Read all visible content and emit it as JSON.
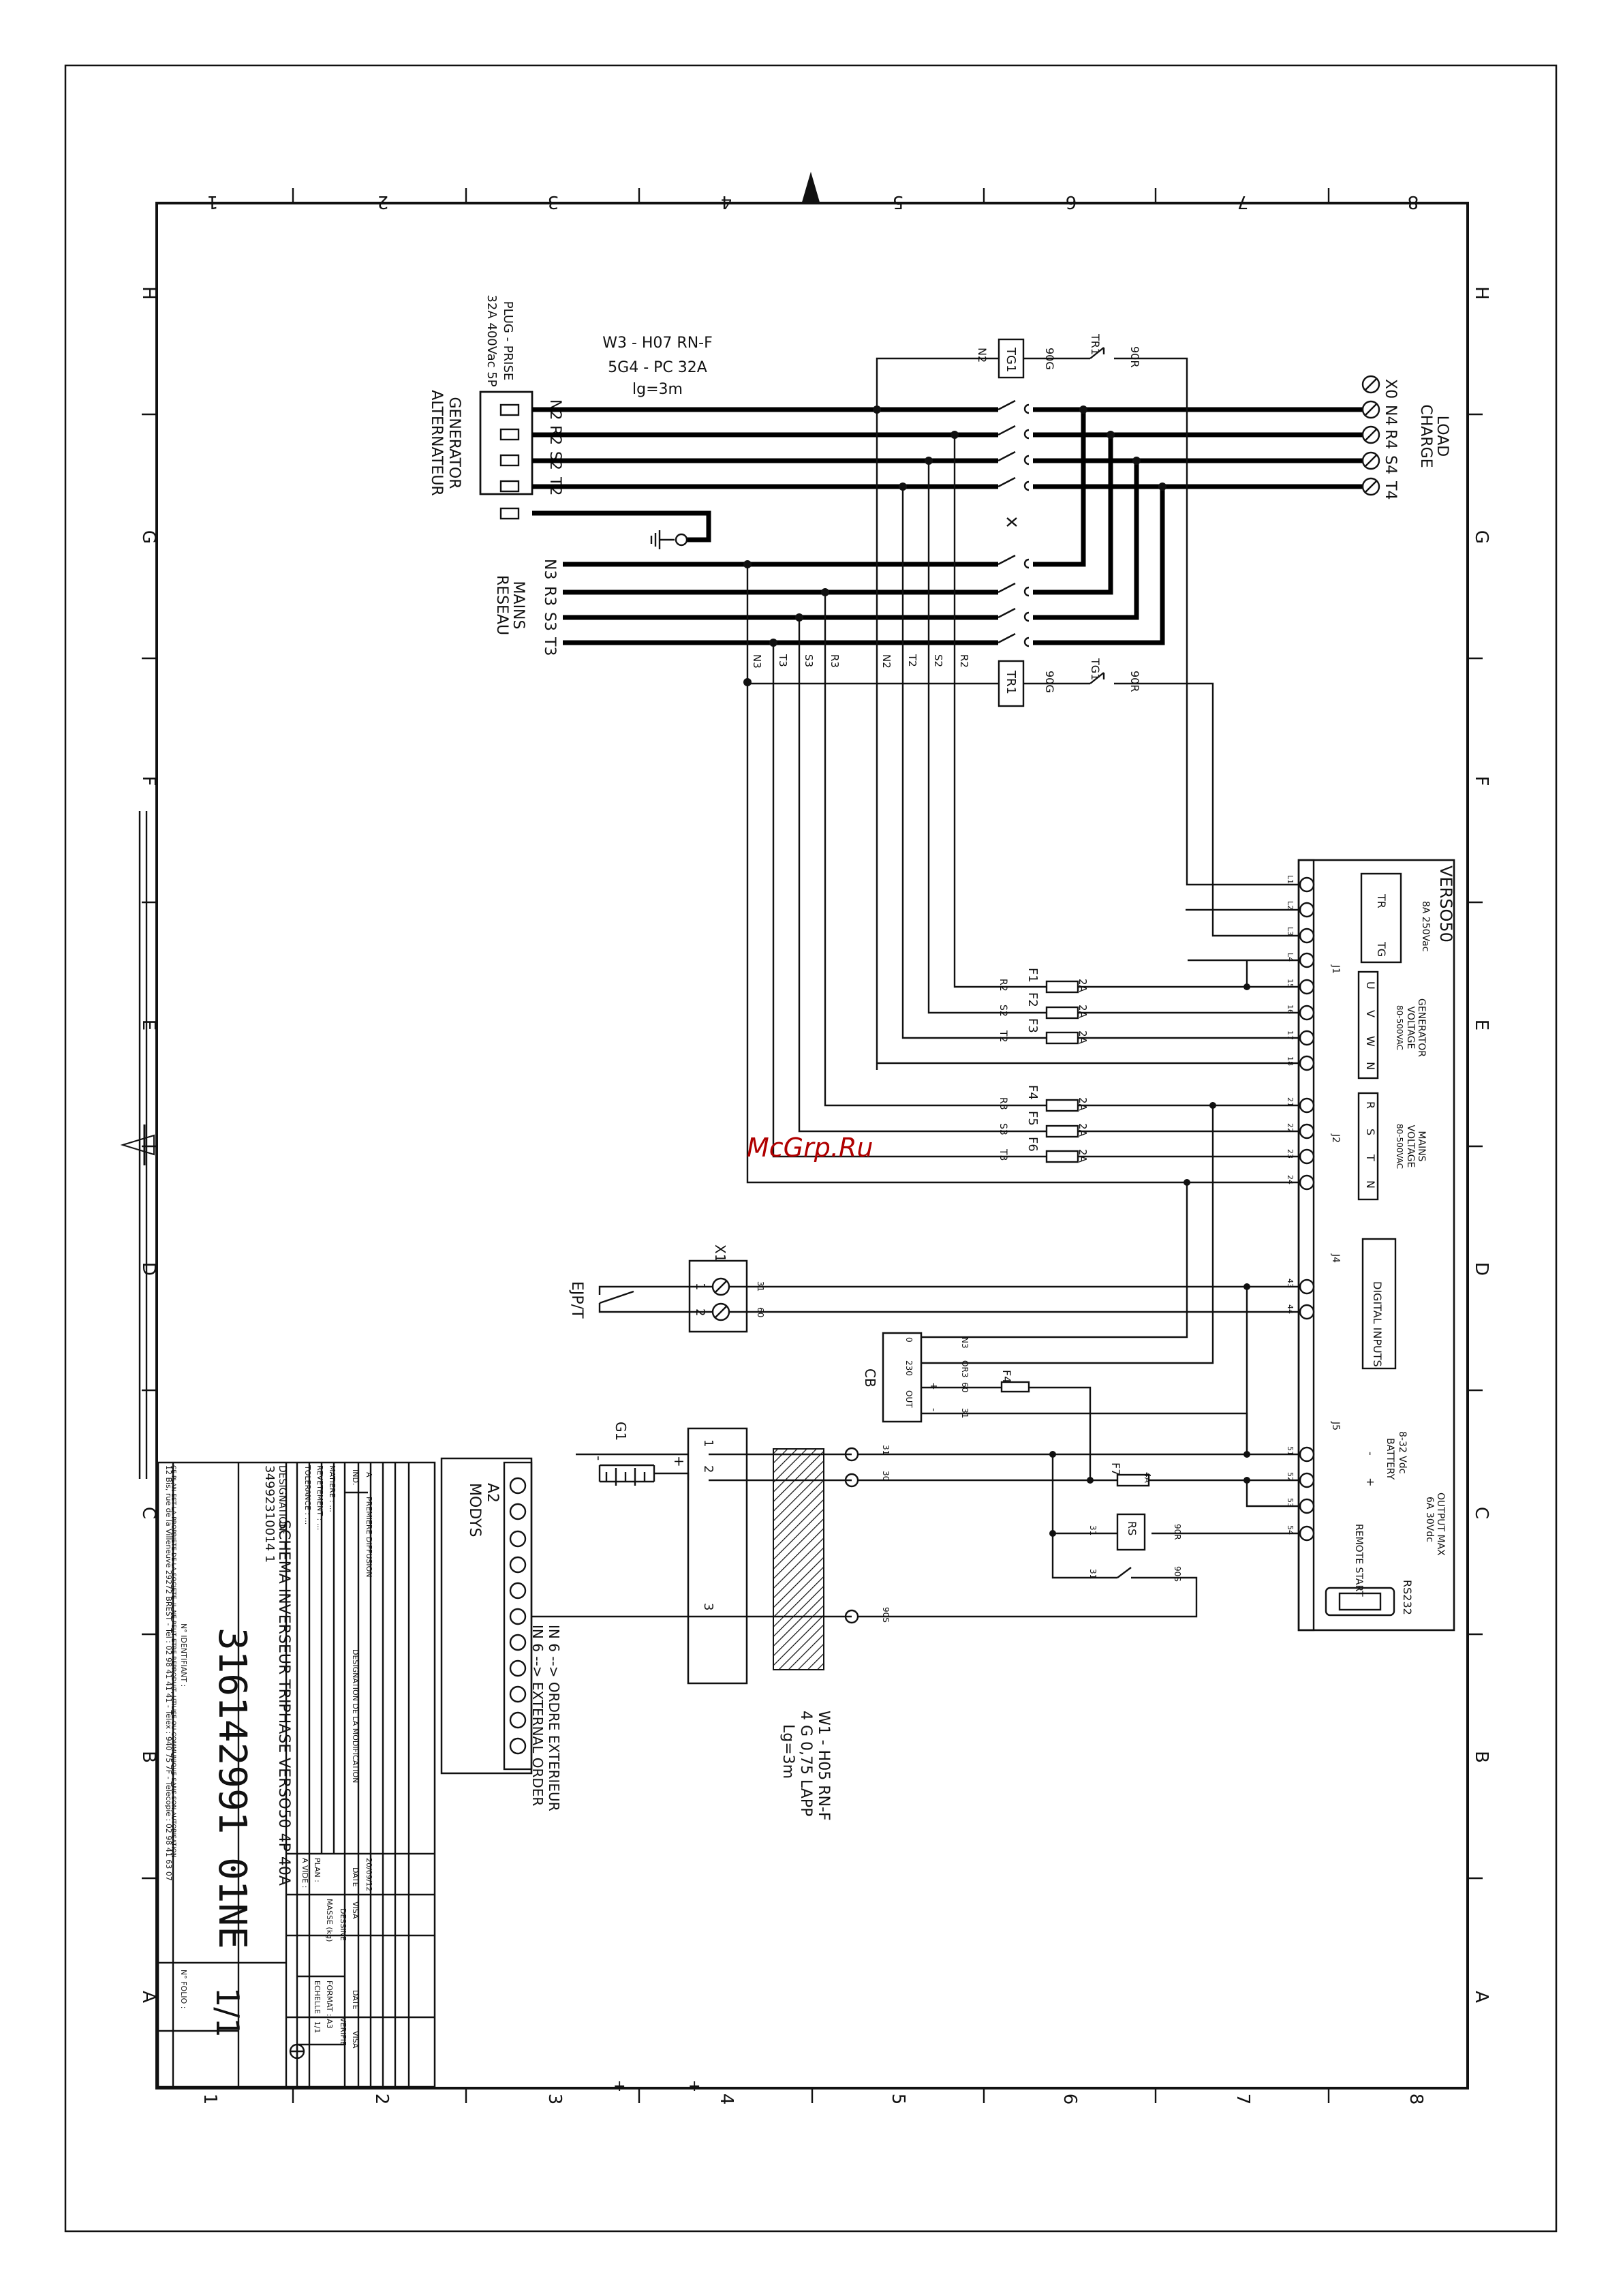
{
  "border": {
    "columns": [
      "1",
      "2",
      "3",
      "4",
      "5",
      "6",
      "7",
      "8"
    ],
    "rows": [
      "H",
      "G",
      "F",
      "E",
      "D",
      "C",
      "B",
      "A"
    ]
  },
  "generator": {
    "label_lines": [
      "GENERATOR",
      "ALTERNATEUR"
    ],
    "plug_lines": [
      "PLUG - PRISE",
      "32A 400Vac 5P"
    ],
    "terminals": [
      "N2",
      "R2",
      "S2",
      "T2"
    ]
  },
  "cable_w3": {
    "lines": [
      "W3 - H07 RN-F",
      "5G4 - PC 32A",
      "lg=3m"
    ]
  },
  "mains": {
    "label_lines": [
      "MAINS",
      "RESEAU"
    ],
    "terminals": [
      "N3",
      "R3",
      "S3",
      "T3"
    ]
  },
  "load": {
    "label_lines": [
      "LOAD",
      "CHARGE"
    ],
    "terminals": [
      "X0",
      "N4",
      "R4",
      "S4",
      "T4"
    ]
  },
  "contactors": {
    "tg1": "TG1",
    "tr1": "TR1",
    "tr1_contact": "TR1",
    "tg1_contact": "TG1",
    "wire_tags": [
      "N2",
      "90G",
      "90R",
      "90G",
      "90R"
    ],
    "vertical_tags": [
      "N3",
      "T3",
      "S3",
      "R3",
      "N2",
      "T2",
      "S2",
      "R2"
    ]
  },
  "controller": {
    "title": "VERSO50",
    "relay_rating": "8A 250Vac",
    "relay_labels": [
      "TR",
      "TG"
    ],
    "j1": "J1",
    "j2": "J2",
    "j4": "J4",
    "j5": "J5",
    "gen_voltage": [
      "GENERATOR",
      "VOLTAGE",
      "80-500VAC"
    ],
    "mains_voltage": [
      "MAINS",
      "VOLTAGE",
      "80-500VAC"
    ],
    "gen_phases": [
      "U",
      "V",
      "W",
      "N"
    ],
    "mains_phases": [
      "R",
      "S",
      "T",
      "N"
    ],
    "digital_inputs": "DIGITAL INPUTS",
    "battery": [
      "8-32 Vdc",
      "BATTERY"
    ],
    "battery_signs": [
      "-",
      "+"
    ],
    "output_max": [
      "OUTPUT MAX",
      "6A 30Vdc"
    ],
    "remote_start": "REMOTE START",
    "rs232": "RS232",
    "pins": [
      "L1",
      "L2",
      "L3",
      "L4",
      "15",
      "16",
      "17",
      "18",
      "21",
      "22",
      "23",
      "24",
      "43",
      "44",
      "51",
      "52",
      "53",
      "54"
    ],
    "wires": [
      "90R",
      "90G",
      "90R",
      "90G",
      "OR2",
      "OS2",
      "OT2",
      "N2",
      "OR3",
      "OS3",
      "OT3",
      "N3",
      "31",
      "60",
      "31",
      "7",
      "53",
      "RS",
      "90G"
    ]
  },
  "fuses": {
    "gen": [
      "F1",
      "F2",
      "F3"
    ],
    "mains": [
      "F4",
      "F5",
      "F6"
    ],
    "rating": "2A",
    "f4_alt": "F4",
    "f7": "F7",
    "f7_rating": "4A",
    "gen_wires": [
      "R2",
      "S2",
      "T2"
    ],
    "mains_wires": [
      "R3",
      "S3",
      "T3"
    ]
  },
  "x1": {
    "label": "X1",
    "pins": [
      "1",
      "2"
    ],
    "wires": [
      "31",
      "60"
    ],
    "contact_label": "EJP/T"
  },
  "cb": {
    "label": "CB",
    "pins": [
      "0",
      "230",
      "OUT",
      "+",
      "-"
    ],
    "wires": [
      "N3",
      "OR3",
      "60",
      "31"
    ]
  },
  "relay_rs": {
    "label": "RS",
    "wires": [
      "31",
      "90R",
      "31",
      "90S"
    ]
  },
  "battery_g1": {
    "label": "G1",
    "signs": [
      "-",
      "+"
    ]
  },
  "cable_w1": {
    "lines": [
      "W1 - H05 RN-F",
      "4 G 0,75 LAPP",
      "Lg=3m"
    ],
    "pins": [
      "1",
      "2",
      "3"
    ],
    "wires": [
      "31",
      "30",
      "90S"
    ]
  },
  "a2": {
    "label_lines": [
      "A2",
      "MODYS"
    ],
    "notes": [
      "IN 6 --> ORDRE EXTERIEUR",
      "IN 6 --> EXTERNAL ORDER"
    ]
  },
  "title_block": {
    "designation_label": "DESIGNATION:",
    "designation": "SCHEMA INVERSEUR TRIPHASE VERSO50 4P 40A",
    "ref": "34992310014 1",
    "ident_label": "N° IDENTIFIANT :",
    "ident": "316142991 01NE",
    "folio_label": "N° FOLIO :",
    "folio": "1/1",
    "rev": "A",
    "rev_text": "PREMIERE DIFFUSION",
    "rev_date": "20/09/12",
    "ind_label": "IND.",
    "modif_label": "DESIGNATION DE LA MODIFICATION",
    "date_label": "DATE",
    "visa_label": "VISA",
    "drawn": "DESSINE",
    "checked": "VERIFIE",
    "mass": "MASSE (kg)",
    "format": "FORMAT : A3",
    "scale": "ECHELLE : 1/1",
    "matiere": "MATIERE : ...",
    "revetement": "REVETEMENT : ...",
    "tolerance": "TOLERANCE : ...",
    "plan": "PLAN :",
    "avide": "A VIDE :",
    "footer": "12 Bis, rue de la Villeneuve 29272 BREST - Tel : 02 98 41 41 41 - Telex : 940 75 7F - Telecopie : 02 98 41 63 07",
    "footer2": "CE PLAN EST LA PROPRIETE DE LA SOCIETE. IL NE PEUT ETRE REPRODUIT, UTILISE OU COMMUNIQUE SANS SON AUTORISATION"
  },
  "watermark": "McGrp.Ru"
}
